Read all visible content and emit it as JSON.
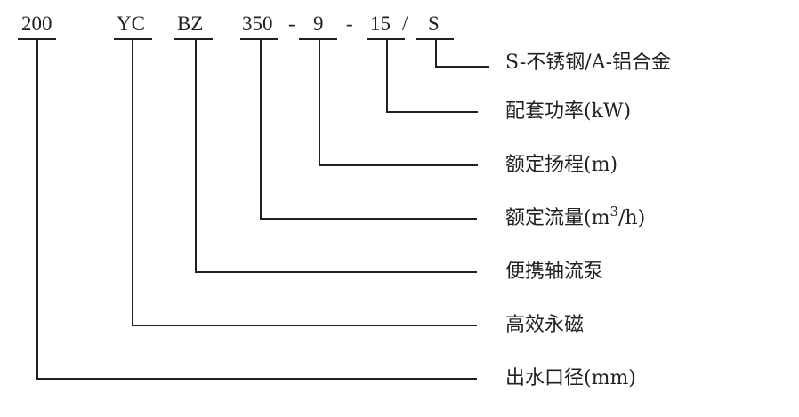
{
  "model_code": {
    "segments": [
      "200",
      "YC",
      "BZ",
      "350",
      "9",
      "15",
      "S"
    ],
    "separators": [
      "-",
      "-",
      "/"
    ]
  },
  "labels": [
    "S-不锈钢/A-铝合金",
    "配套功率(kW)",
    "额定扬程(m)",
    "额定流量(m",
    "便携轴流泵",
    "高效永磁",
    "出水口径(mm)"
  ],
  "flow_label_superscript": "3",
  "flow_label_suffix": "/h)",
  "line_color": "#231f20"
}
